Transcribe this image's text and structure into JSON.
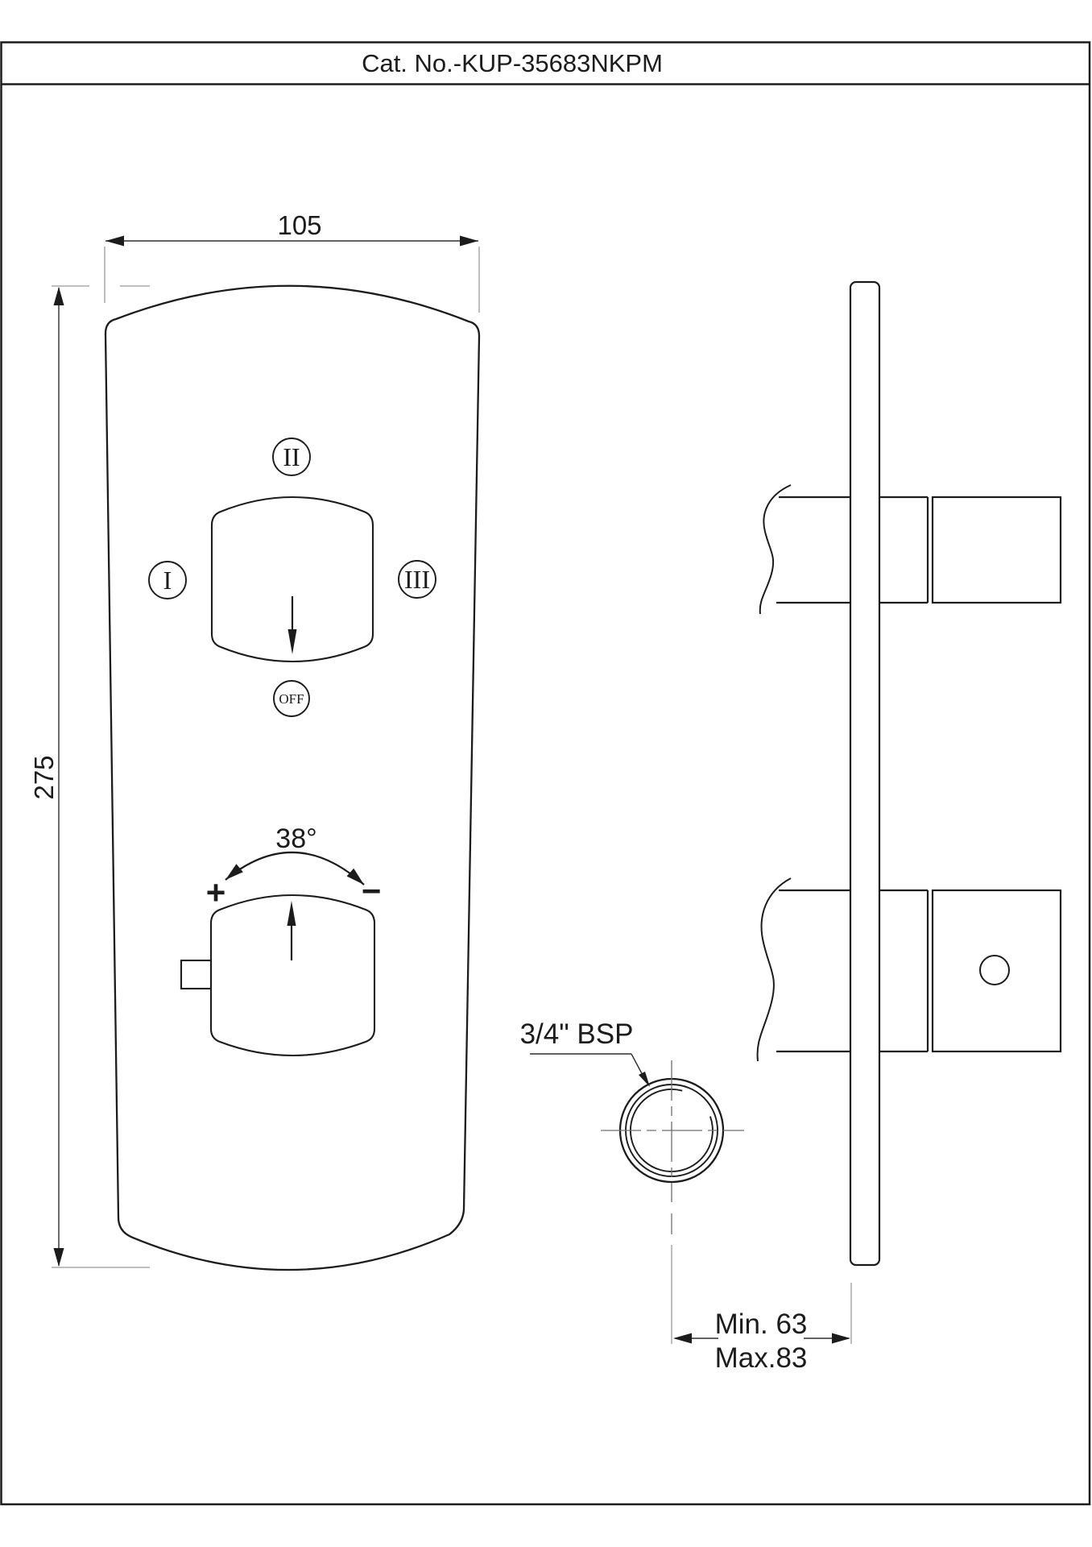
{
  "colors": {
    "background": "#ffffff",
    "object_line": "#1c1c1c",
    "dimension_line": "#2e2e2e",
    "extension_line": "#9a9a9a",
    "center_line": "#6f6f6f"
  },
  "title_block": {
    "catalog_number": "Cat. No.-KUP-35683NKPM"
  },
  "front_view": {
    "width_dim": "105",
    "height_dim": "275",
    "diverter_position_left": "I",
    "diverter_position_top": "II",
    "diverter_position_right": "III",
    "diverter_off": "OFF",
    "temp_angle": "38°",
    "temp_hot": "+",
    "temp_cold": "−"
  },
  "connection": {
    "thread_label": "3/4\" BSP"
  },
  "depth_dimension": {
    "min_label": "Min. 63",
    "max_label": "Max.83"
  }
}
